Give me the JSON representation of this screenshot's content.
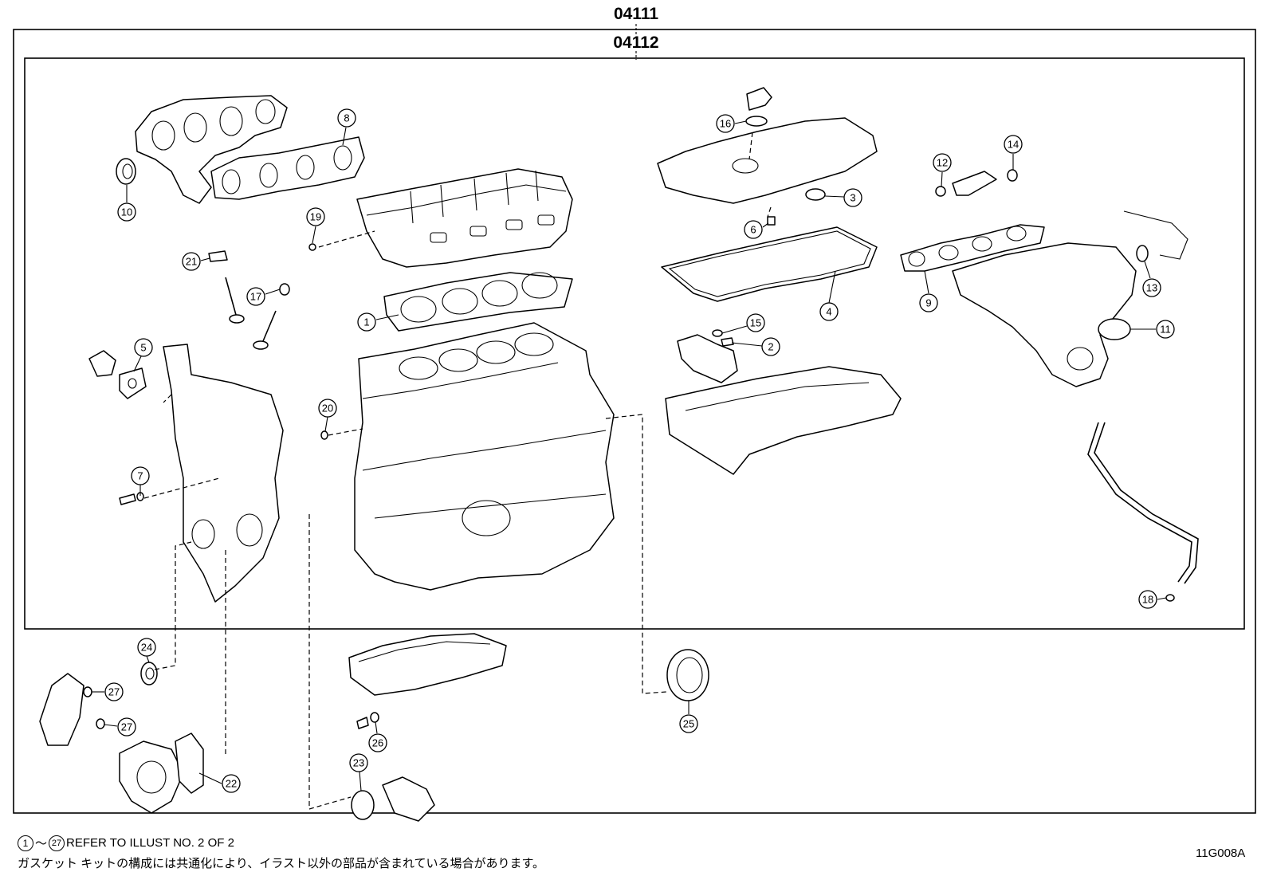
{
  "kit_numbers": {
    "outer": "04111",
    "inner": "04112"
  },
  "callouts": [
    {
      "id": "1",
      "label": "1"
    },
    {
      "id": "2",
      "label": "2"
    },
    {
      "id": "3",
      "label": "3"
    },
    {
      "id": "4",
      "label": "4"
    },
    {
      "id": "5",
      "label": "5"
    },
    {
      "id": "6",
      "label": "6"
    },
    {
      "id": "7",
      "label": "7"
    },
    {
      "id": "8",
      "label": "8"
    },
    {
      "id": "9",
      "label": "9"
    },
    {
      "id": "10",
      "label": "10"
    },
    {
      "id": "11",
      "label": "11"
    },
    {
      "id": "12",
      "label": "12"
    },
    {
      "id": "13",
      "label": "13"
    },
    {
      "id": "14",
      "label": "14"
    },
    {
      "id": "15",
      "label": "15"
    },
    {
      "id": "16",
      "label": "16"
    },
    {
      "id": "17",
      "label": "17"
    },
    {
      "id": "18",
      "label": "18"
    },
    {
      "id": "19",
      "label": "19"
    },
    {
      "id": "20",
      "label": "20"
    },
    {
      "id": "21",
      "label": "21"
    },
    {
      "id": "22",
      "label": "22"
    },
    {
      "id": "23",
      "label": "23"
    },
    {
      "id": "24",
      "label": "24"
    },
    {
      "id": "25",
      "label": "25"
    },
    {
      "id": "26",
      "label": "26"
    },
    {
      "id": "27a",
      "label": "27"
    },
    {
      "id": "27b",
      "label": "27"
    }
  ],
  "footer": {
    "range_start": "1",
    "range_sep": "～",
    "range_end": "27",
    "refer_note": "REFER TO ILLUST NO. 2 OF 2",
    "jp_note": "ガスケット キットの構成には共通化により、イラスト以外の部品が含まれている場合があります。",
    "illustration_code": "11G008A"
  }
}
